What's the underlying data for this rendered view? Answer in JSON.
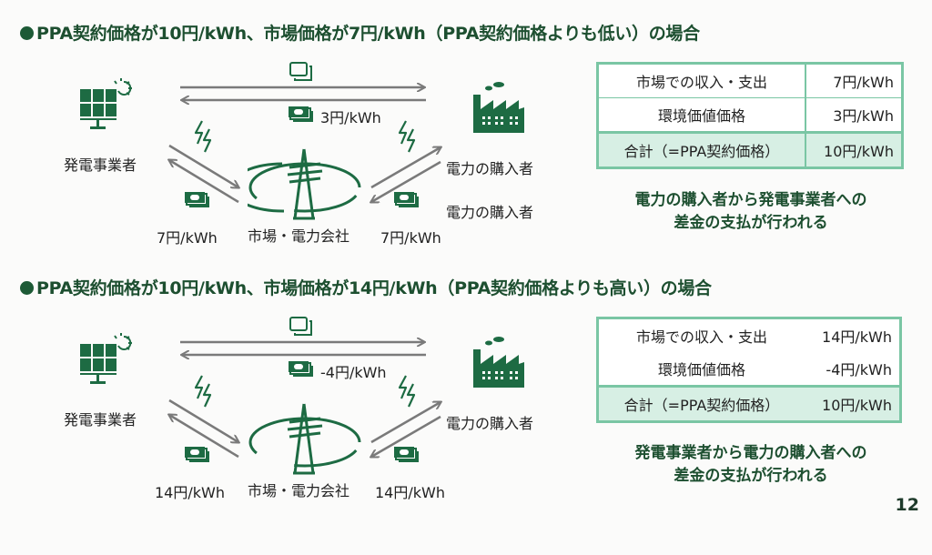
{
  "colors": {
    "brand_green": "#1d5a36",
    "heading_green": "#1d4f30",
    "table_border": "#7ac6a4",
    "table_total_bg": "#d7efe4",
    "arrow_gray": "#7a7a7a"
  },
  "icons": {
    "generator": "solar-panel-icon",
    "buyer": "factory-icon",
    "market": "transmission-tower-icon",
    "certificate": "certificate-icon",
    "money": "yen-bills-icon",
    "electricity": "lightning-icon"
  },
  "cases": [
    {
      "heading": "PPA契約価格が10円/kWh、市場価格が7円/kWh（PPA契約価格よりも低い）の場合",
      "generator_label": "発電事業者",
      "buyer_label": "電力の購入者",
      "buyer_label_2": "電力の購入者",
      "market_label": "市場・電力会社",
      "env_value_price": "3円/kWh",
      "generator_market_price": "7円/kWh",
      "buyer_market_price": "7円/kWh",
      "table": {
        "rows": [
          {
            "label": "市場での収入・支出",
            "value": "7円/kWh"
          },
          {
            "label": "環境価値価格",
            "value": "3円/kWh"
          }
        ],
        "total": {
          "label": "合計（=PPA契約価格）",
          "value": "10円/kWh"
        }
      },
      "conclusion_line1": "電力の購入者から発電事業者への",
      "conclusion_line2": "差金の支払が行われる"
    },
    {
      "heading": "PPA契約価格が10円/kWh、市場価格が14円/kWh（PPA契約価格よりも高い）の場合",
      "generator_label": "発電事業者",
      "buyer_label": "電力の購入者",
      "market_label": "市場・電力会社",
      "env_value_price": "-4円/kWh",
      "generator_market_price": "14円/kWh",
      "buyer_market_price": "14円/kWh",
      "table": {
        "rows": [
          {
            "label": "市場での収入・支出",
            "value": "14円/kWh"
          },
          {
            "label": "環境価値価格",
            "value": "-4円/kWh"
          }
        ],
        "total": {
          "label": "合計（=PPA契約価格）",
          "value": "10円/kWh"
        }
      },
      "conclusion_line1": "発電事業者から電力の購入者への",
      "conclusion_line2": "差金の支払が行われる"
    }
  ],
  "page_number": "12"
}
